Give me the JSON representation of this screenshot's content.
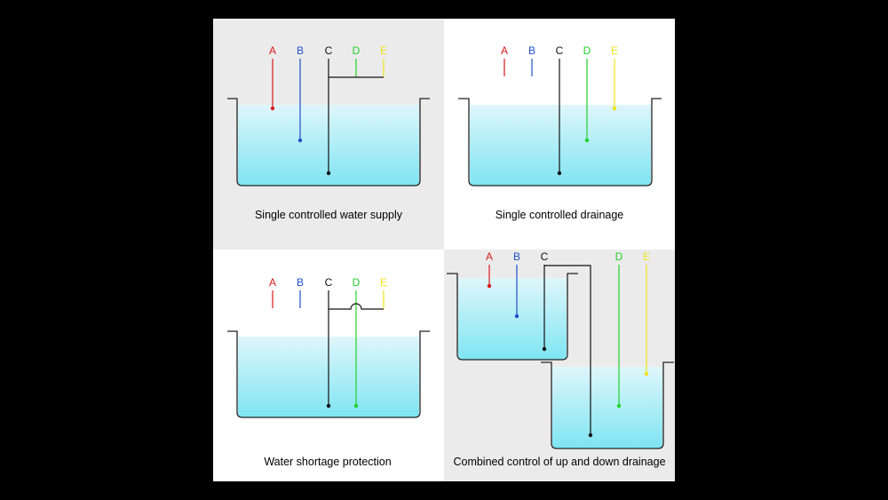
{
  "probe_colors": {
    "A": "#d8191b",
    "B": "#1f4fc8",
    "C": "#111111",
    "D": "#22d02a",
    "E": "#f2e21a"
  },
  "water_colors": {
    "top": "#dff6fb",
    "bottom": "#7ee5f2"
  },
  "panel_backgrounds": {
    "shaded": "#ebebeb",
    "plain": "#ffffff"
  },
  "panels": [
    {
      "caption": "Single controlled water supply",
      "probes": [
        {
          "label": "A"
        },
        {
          "label": "B"
        },
        {
          "label": "C"
        },
        {
          "label": "D"
        },
        {
          "label": "E"
        }
      ]
    },
    {
      "caption": "Single controlled drainage",
      "probes": [
        {
          "label": "A"
        },
        {
          "label": "B"
        },
        {
          "label": "C"
        },
        {
          "label": "D"
        },
        {
          "label": "E"
        }
      ]
    },
    {
      "caption": "Water shortage protection",
      "probes": [
        {
          "label": "A"
        },
        {
          "label": "B"
        },
        {
          "label": "C"
        },
        {
          "label": "D"
        },
        {
          "label": "E"
        }
      ]
    },
    {
      "caption": "Combined control of up and down drainage",
      "probes": [
        {
          "label": "A"
        },
        {
          "label": "B"
        },
        {
          "label": "C"
        },
        {
          "label": "D"
        },
        {
          "label": "E"
        }
      ]
    }
  ]
}
